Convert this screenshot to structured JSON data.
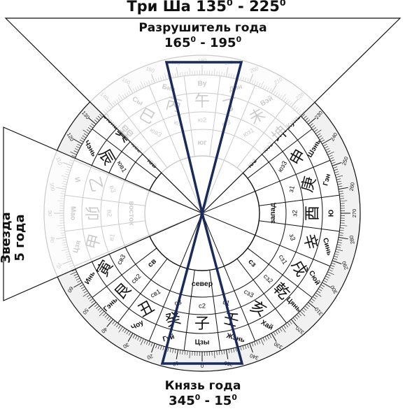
{
  "headers": {
    "san_sha_title": "Три Ша 135",
    "san_sha_range_end": "- 225",
    "destroyer_title": "Разрушитель года",
    "destroyer_range": "165",
    "destroyer_range_end": "- 195",
    "star_title": "Звезда",
    "star_subtitle": "5 года",
    "prince_title": "Князь года",
    "prince_range": "345",
    "prince_range_end": "- 15",
    "degree_mark": "0"
  },
  "directions": {
    "south": "юг",
    "east": "восток",
    "west": "запад",
    "north": "север",
    "sw": "юз",
    "se": "юв",
    "nw": "сз",
    "ne": "св"
  },
  "mountains": [
    {
      "code": "с1",
      "angle": -15
    },
    {
      "code": "с2",
      "angle": 0
    },
    {
      "code": "с3",
      "angle": 15
    },
    {
      "code": "св1",
      "angle": 30
    },
    {
      "code": "св2",
      "angle": 45
    },
    {
      "code": "св3",
      "angle": 60
    },
    {
      "code": "в1",
      "angle": 75
    },
    {
      "code": "в2",
      "angle": 90
    },
    {
      "code": "в3",
      "angle": 105
    },
    {
      "code": "юв1",
      "angle": 120
    },
    {
      "code": "юв2",
      "angle": 135
    },
    {
      "code": "юв3",
      "angle": 150
    },
    {
      "code": "ю1",
      "angle": 165
    },
    {
      "code": "ю2",
      "angle": 180
    },
    {
      "code": "ю3",
      "angle": 195
    },
    {
      "code": "юз1",
      "angle": 210
    },
    {
      "code": "юз2",
      "angle": 225
    },
    {
      "code": "юз3",
      "angle": 240
    },
    {
      "code": "з1",
      "angle": 255
    },
    {
      "code": "з2",
      "angle": 270
    },
    {
      "code": "з3",
      "angle": 285
    },
    {
      "code": "сз1",
      "angle": 300
    },
    {
      "code": "сз2",
      "angle": 315
    },
    {
      "code": "сз3",
      "angle": 330
    }
  ],
  "names": [
    {
      "name": "Цзы",
      "char": "子",
      "angle": 0
    },
    {
      "name": "Гуй",
      "char": "癸",
      "angle": 15
    },
    {
      "name": "Чоу",
      "char": "丑",
      "angle": 30
    },
    {
      "name": "Гэнь",
      "char": "艮",
      "angle": 45
    },
    {
      "name": "Инь",
      "char": "寅",
      "angle": 60
    },
    {
      "name": "Цзя",
      "char": "甲",
      "angle": 75
    },
    {
      "name": "Мао",
      "char": "卯",
      "angle": 90
    },
    {
      "name": "И",
      "char": "乙",
      "angle": 105
    },
    {
      "name": "Чэнь",
      "char": "辰",
      "angle": 120
    },
    {
      "name": "Сюнь",
      "char": "巽",
      "angle": 135
    },
    {
      "name": "Сы",
      "char": "巳",
      "angle": 150
    },
    {
      "name": "Бин",
      "char": "丙",
      "angle": 165
    },
    {
      "name": "Ву",
      "char": "午",
      "angle": 180
    },
    {
      "name": "Дин",
      "char": "丁",
      "angle": 195
    },
    {
      "name": "Вэй",
      "char": "未",
      "angle": 210
    },
    {
      "name": "Кунь",
      "char": "坤",
      "angle": 225
    },
    {
      "name": "Шэнь",
      "char": "申",
      "angle": 240
    },
    {
      "name": "Гэн",
      "char": "庚",
      "angle": 255
    },
    {
      "name": "Ю",
      "char": "酉",
      "angle": 270
    },
    {
      "name": "Синь",
      "char": "辛",
      "angle": 285
    },
    {
      "name": "Сюй",
      "char": "戌",
      "angle": 300
    },
    {
      "name": "Цянь",
      "char": "乾",
      "angle": 315
    },
    {
      "name": "Хай",
      "char": "亥",
      "angle": 330
    },
    {
      "name": "Жэнь",
      "char": "壬",
      "angle": 345
    }
  ],
  "degree_labels": [
    "0",
    "10",
    "20",
    "30",
    "40",
    "50",
    "60",
    "70",
    "80",
    "90",
    "100",
    "110",
    "120",
    "130",
    "140",
    "150",
    "160",
    "170",
    "180",
    "190",
    "200",
    "210",
    "220",
    "230",
    "240",
    "250",
    "260",
    "270",
    "280",
    "290",
    "300",
    "310",
    "320",
    "330",
    "340",
    "350"
  ],
  "colors": {
    "ink": "#111111",
    "highlight": "#1b2a5c",
    "band_shade": "#f1f1f1"
  }
}
